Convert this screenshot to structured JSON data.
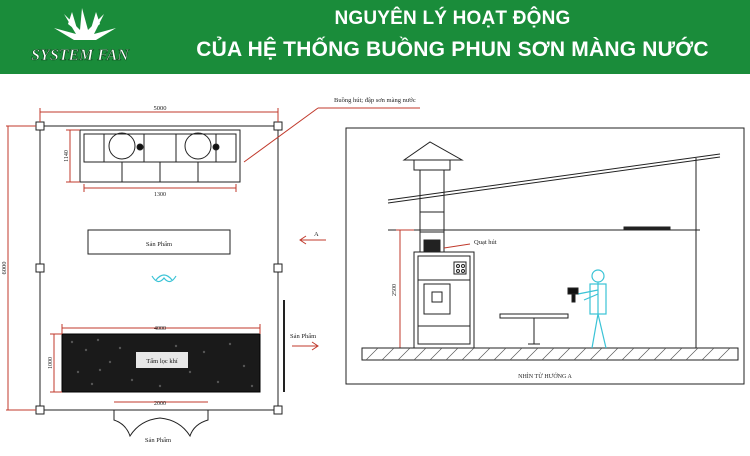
{
  "header": {
    "logo_text": "SYSTEM FAN",
    "title_line1": "NGUYÊN LÝ HOẠT ĐỘNG",
    "title_line2": "CỦA HỆ THỐNG BUỒNG PHUN SƠN MÀNG NƯỚC"
  },
  "plan": {
    "dim_width": "5000",
    "dim_height": "6000",
    "booth_label": "Buồng hút; đập sơn màng nước",
    "booth_dim_w": "1300",
    "booth_dim_h": "1140",
    "product_top": "Sản Phẩm",
    "filter_label": "Tấm lọc khí",
    "filter_dim_w": "4000",
    "filter_dim_h": "1000",
    "door_dim": "2000",
    "product_right": "Sản Phẩm",
    "product_bottom": "Sản Phẩm",
    "arrow_label": "A"
  },
  "elevation": {
    "fan_label": "Quạt hút",
    "height_dim": "2500",
    "view_label": "NHÌN TỪ HƯỚNG A"
  },
  "colors": {
    "header_bg": "#1a8c3a",
    "red_dim": "#c0392b",
    "line": "#222222",
    "cyan": "#3ac3d6"
  }
}
